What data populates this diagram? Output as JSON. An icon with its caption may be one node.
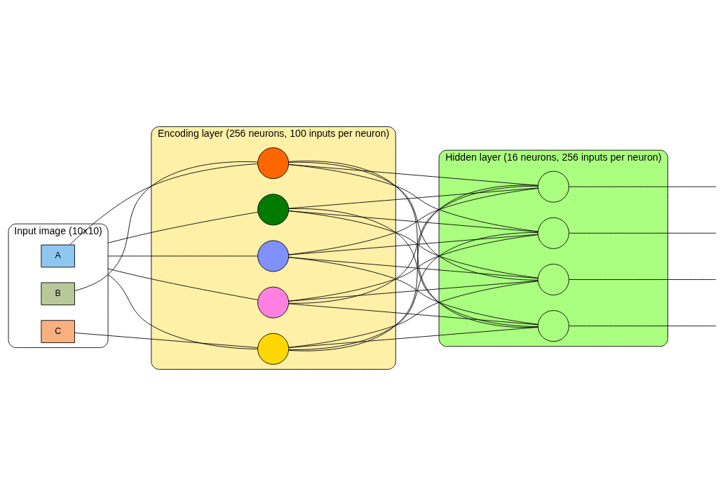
{
  "diagram": {
    "nodes": [
      {
        "text": [
          "Input image (10x10)"
        ]
      },
      {
        "text": [
          "A"
        ],
        "in": 0
      },
      {
        "text": [
          "B"
        ],
        "in": 0
      },
      {
        "text": [
          "C"
        ],
        "in": 0
      },
      {
        "text": [
          "Encoding layer (256 neurons, 100 inputs per neuron)"
        ]
      },
      {
        "text": [],
        "shape": "circle",
        "in": 4
      },
      {
        "text": [],
        "shape": "circle",
        "in": 4
      },
      {
        "text": [],
        "shape": "circle",
        "in": 4
      },
      {
        "text": [],
        "shape": "circle",
        "in": 4
      },
      {
        "text": [],
        "shape": "circle",
        "in": 4
      },
      {
        "text": [
          "Hidden layer (16 neurons, 256 inputs per neuron)"
        ]
      },
      {
        "text": [],
        "shape": "circle",
        "in": 10
      },
      {
        "text": [],
        "shape": "circle",
        "in": 10
      },
      {
        "text": [],
        "shape": "circle",
        "in": 10
      },
      {
        "text": [],
        "shape": "circle",
        "in": 10
      }
    ],
    "edges": [
      {
        "from": 1,
        "to": 5,
        "arrow": "none"
      },
      {
        "from": 2,
        "to": 5,
        "arrow": "none"
      },
      {
        "from": 0,
        "to": 6,
        "arrow": "none"
      },
      {
        "from": 0,
        "to": 7,
        "arrow": "none"
      },
      {
        "from": 0,
        "to": 8,
        "arrow": "none"
      },
      {
        "from": 3,
        "to": 9,
        "arrow": "none"
      },
      {
        "from": 0,
        "to": 9,
        "arrow": "none"
      },
      {
        "from": 5,
        "to": 11,
        "arrow": "none"
      },
      {
        "from": 5,
        "to": 12,
        "arrow": "none"
      },
      {
        "from": 5,
        "to": 13,
        "arrow": "none"
      },
      {
        "from": 5,
        "to": 14,
        "arrow": "none"
      },
      {
        "from": 6,
        "to": 11,
        "arrow": "none"
      },
      {
        "from": 6,
        "to": 12,
        "arrow": "none"
      },
      {
        "from": 6,
        "to": 13,
        "arrow": "none"
      },
      {
        "from": 6,
        "to": 14,
        "arrow": "none"
      },
      {
        "from": 7,
        "to": 11,
        "arrow": "none"
      },
      {
        "from": 7,
        "to": 12,
        "arrow": "none"
      },
      {
        "from": 7,
        "to": 13,
        "arrow": "none"
      },
      {
        "from": 7,
        "to": 14,
        "arrow": "none"
      },
      {
        "from": 8,
        "to": 11,
        "arrow": "none"
      },
      {
        "from": 8,
        "to": 12,
        "arrow": "none"
      },
      {
        "from": 8,
        "to": 13,
        "arrow": "none"
      },
      {
        "from": 8,
        "to": 14,
        "arrow": "none"
      },
      {
        "from": 9,
        "to": 11,
        "arrow": "none"
      },
      {
        "from": 9,
        "to": 12,
        "arrow": "none"
      },
      {
        "from": 9,
        "to": 13,
        "arrow": "none"
      },
      {
        "from": 9,
        "to": 14,
        "arrow": "none"
      },
      {
        "from": 11,
        "to": null,
        "arrow": "none"
      },
      {
        "from": 12,
        "to": null,
        "arrow": "none"
      },
      {
        "from": 13,
        "to": null,
        "arrow": "none"
      },
      {
        "from": 14,
        "to": null,
        "arrow": "none"
      }
    ]
  }
}
